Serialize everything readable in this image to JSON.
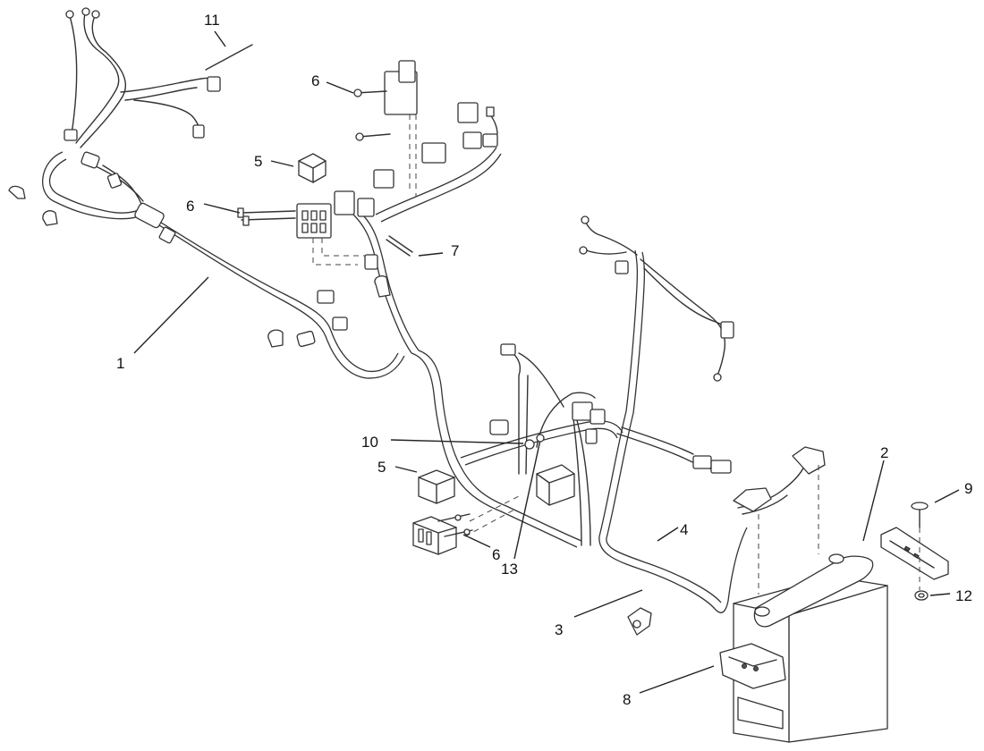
{
  "callouts": {
    "c1": "1",
    "c2": "2",
    "c3": "3",
    "c4": "4",
    "c5a": "5",
    "c5b": "5",
    "c6a": "6",
    "c6b": "6",
    "c6c": "6",
    "c7": "7",
    "c8": "8",
    "c9": "9",
    "c10": "10",
    "c11": "11",
    "c12": "12",
    "c13": "13"
  }
}
